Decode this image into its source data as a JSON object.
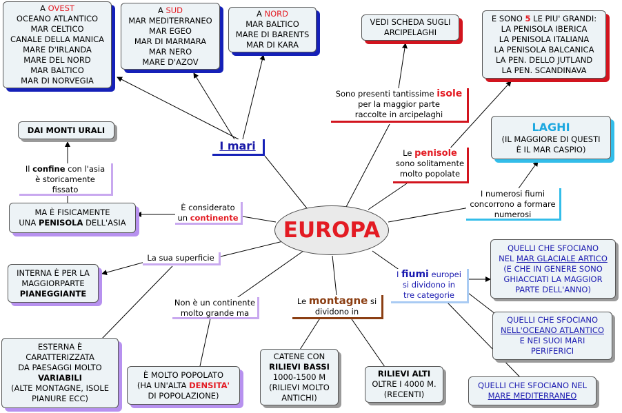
{
  "center": {
    "label": "EUROPA"
  },
  "mari": {
    "label": "I mari",
    "west": {
      "prefix": "A ",
      "dir": "OVEST",
      "items": [
        "OCEANO ATLANTICO",
        "MAR CELTICO",
        "CANALE DELLA MANICA",
        "MARE D'IRLANDA",
        "MARE DEL NORD",
        "MAR BALTICO",
        "MAR DI NORVEGIA"
      ]
    },
    "south": {
      "prefix": "A ",
      "dir": "SUD",
      "items": [
        "MAR MEDITERRANEO",
        "MAR EGEO",
        "MAR DI MARMARA",
        "MAR NERO",
        "MARE D'AZOV"
      ]
    },
    "north": {
      "prefix": "A ",
      "dir": "NORD",
      "items": [
        "MAR BALTICO",
        "MARE DI BARENTS",
        "MAR DI KARA"
      ]
    }
  },
  "isole": {
    "link": {
      "pre": "Sono presenti tantissime ",
      "key": "isole",
      "line2": "per la maggior parte",
      "line3": "raccolte in arcipelaghi"
    },
    "box": {
      "line1": "VEDI SCHEDA SUGLI",
      "line2": "ARCIPELAGHI"
    }
  },
  "penisole": {
    "link": {
      "pre": "Le ",
      "key": "penisole",
      "line2": "sono solitamente",
      "line3": "molto popolate"
    },
    "box": {
      "pre": "E SONO ",
      "num": "5",
      "post": " LE PIU' GRANDI:",
      "items": [
        "LA PENISOLA IBERICA",
        "LA PENISOLA ITALIANA",
        "LA PENISOLA BALCANICA",
        "LA PEN. DELLO JUTLAND",
        "LA PEN. SCANDINAVA"
      ]
    }
  },
  "laghi": {
    "link": {
      "line1": "I numerosi fiumi",
      "line2": "concorrono a formare",
      "line3": "numerosi"
    },
    "box": {
      "title": "LAGHI",
      "line1": "(IL MAGGIORE DI QUESTI",
      "line2": "È IL  MAR CASPIO)"
    }
  },
  "fiumi": {
    "link": {
      "pre": "I ",
      "key": "fiumi",
      "post": " europei",
      "line2": "si dividono in",
      "line3": "tre categorie"
    },
    "glaciale": {
      "line1": "QUELLI CHE SFOCIANO",
      "line2a": "NEL ",
      "line2b": "MAR GLACIALE ARTICO",
      "line3": "(E CHE IN GENERE SONO",
      "line4": "GHIACCIATI LA MAGGIOR",
      "line5": "PARTE DELL'ANNO)"
    },
    "atlantico": {
      "line1": "QUELLI CHE SFOCIANO",
      "line2": "NELL'OCEANO ATLANTICO",
      "line3": "E NEI SUOI MARI",
      "line4": "PERIFERICI"
    },
    "mediterraneo": {
      "line1": "QUELLI CHE SFOCIANO NEL",
      "line2": "MARE MEDITERRANEO"
    }
  },
  "montagne": {
    "link": {
      "pre": "Le ",
      "key": "montagne",
      "post": " si",
      "line2": "dividono in"
    },
    "bassi": {
      "line1": "CATENE CON",
      "line2": "RILIEVI BASSI",
      "line3": "1000-1500 M",
      "line4": "(RILIEVI MOLTO",
      "line5": "ANTICHI)"
    },
    "alti": {
      "line1": "RILIEVI ALTI",
      "line2": "OLTRE I 4000 M.",
      "line3": "(RECENTI)"
    }
  },
  "popolato": {
    "link": {
      "line1": "Non è un continente",
      "line2": "molto grande ma"
    },
    "box": {
      "line1": "È MOLTO POPOLATO",
      "line2a": "(HA UN'ALTA ",
      "line2b": "DENSITA'",
      "line3": "DI POPOLAZIONE)"
    }
  },
  "superficie": {
    "link": {
      "label": "La sua superficie"
    },
    "interna": {
      "line1": "INTERNA È PER LA",
      "line2": "MAGGIORPARTE",
      "line3": "PIANEGGIANTE"
    },
    "esterna": {
      "line1": "ESTERNA È",
      "line2": "CARATTERIZZATA",
      "line3": "DA PAESAGGI MOLTO",
      "line4": "VARIABILI",
      "line5": "(ALTE MONTAGNE, ISOLE",
      "line6": "PIANURE ECC)"
    }
  },
  "continente": {
    "link": {
      "line1": "È considerato",
      "line2a": "un ",
      "line2b": "continente"
    },
    "box": {
      "line1": "MA È FISICAMENTE",
      "line2a": "UNA ",
      "line2b": "PENISOLA",
      "line2c": " DELL'ASIA"
    }
  },
  "confine": {
    "link": {
      "pre": "Il ",
      "key": "confine",
      "post": " con l'asia",
      "line2": "è storicamente",
      "line3": "fissato"
    },
    "box": {
      "label": "DAI MONTI URALI"
    }
  }
}
